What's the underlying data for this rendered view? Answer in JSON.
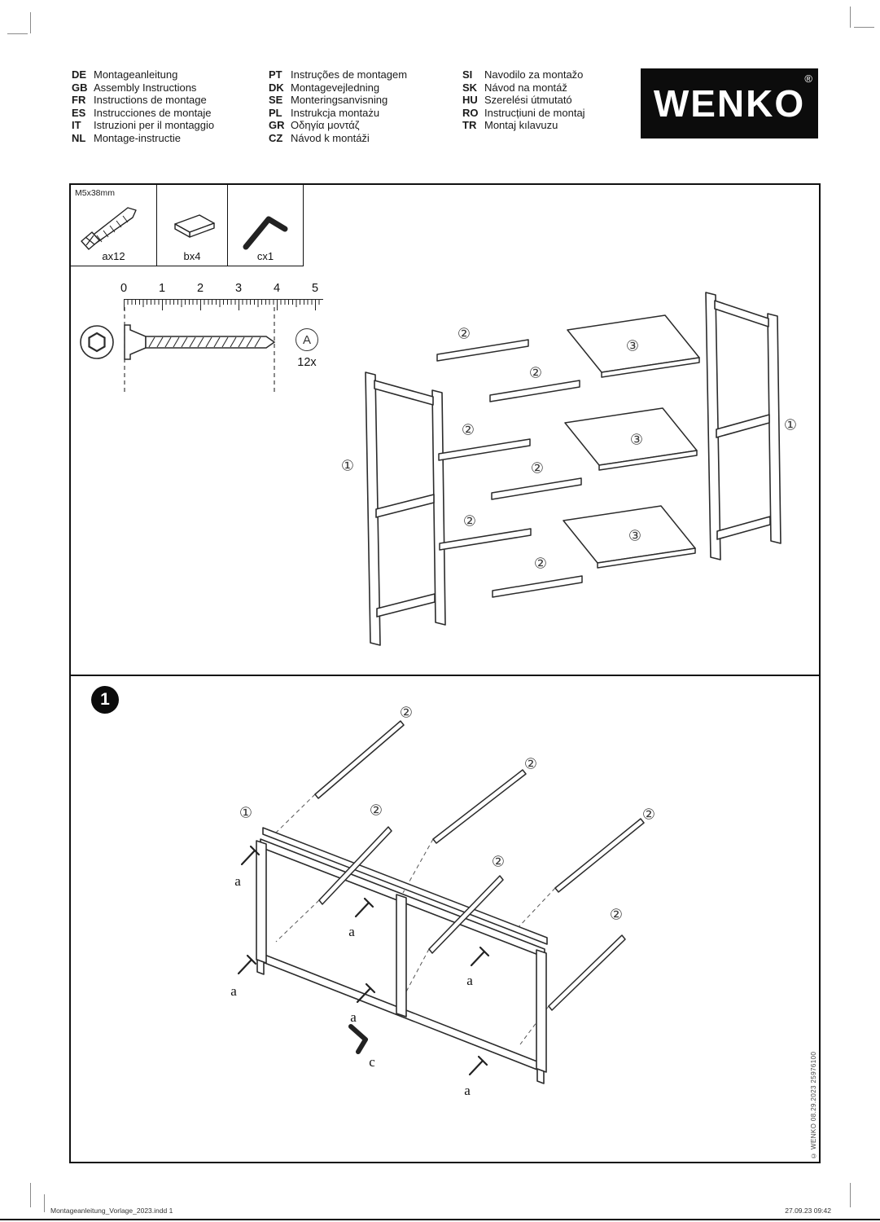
{
  "header": {
    "logo": "WENKO",
    "logo_reg": "®",
    "languages_col1": [
      {
        "code": "DE",
        "label": "Montageanleitung"
      },
      {
        "code": "GB",
        "label": "Assembly Instructions"
      },
      {
        "code": "FR",
        "label": "Instructions de montage"
      },
      {
        "code": "ES",
        "label": "Instrucciones de montaje"
      },
      {
        "code": "IT",
        "label": "Istruzioni per il montaggio"
      },
      {
        "code": "NL",
        "label": "Montage-instructie"
      }
    ],
    "languages_col2": [
      {
        "code": "PT",
        "label": "Instruções de montagem"
      },
      {
        "code": "DK",
        "label": "Montagevejledning"
      },
      {
        "code": "SE",
        "label": "Monteringsanvisning"
      },
      {
        "code": "PL",
        "label": "Instrukcja montażu"
      },
      {
        "code": "GR",
        "label": "Οδηγία μοντάζ"
      },
      {
        "code": "CZ",
        "label": "Návod k montáži"
      }
    ],
    "languages_col3": [
      {
        "code": "SI",
        "label": "Navodilo za montažo"
      },
      {
        "code": "SK",
        "label": "Návod na montáž"
      },
      {
        "code": "HU",
        "label": "Szerelési útmutató"
      },
      {
        "code": "RO",
        "label": "Instrucțiuni de montaj"
      },
      {
        "code": "TR",
        "label": "Montaj kılavuzu"
      }
    ]
  },
  "parts": {
    "screw_size": "M5x38mm",
    "screw_qty": "ax12",
    "cap_qty": "bx4",
    "key_qty": "cx1"
  },
  "scale": {
    "ticks": [
      "0",
      "1",
      "2",
      "3",
      "4",
      "5"
    ],
    "tool_label": "A",
    "tool_count": "12x"
  },
  "diagram": {
    "n1": "①",
    "n2": "②",
    "n3": "③"
  },
  "step1": {
    "number": "1",
    "screw_label": "a",
    "key_label": "c"
  },
  "footer": {
    "left": "Montageanleitung_Vorlage_2023.indd   1",
    "right": "27.09.23   09:42",
    "side_note": "© WENKO 08.29.2023   25976100"
  }
}
